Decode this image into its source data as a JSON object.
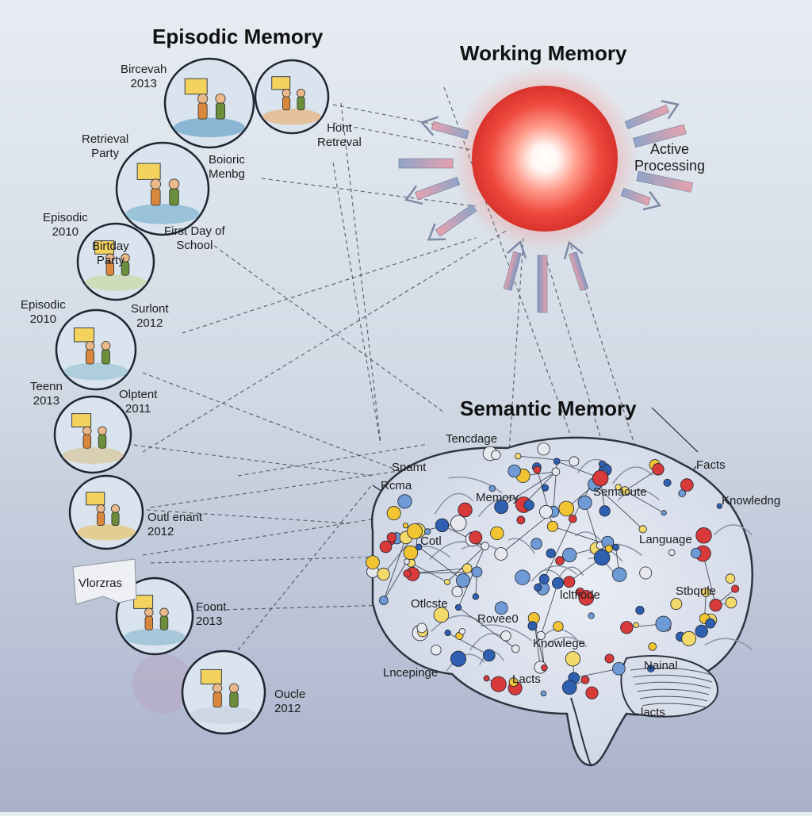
{
  "titles": {
    "episodic": "Episodic Memory",
    "working": "Working Memory",
    "semantic": "Semantic Memory",
    "active_processing": "Active\nProcessing"
  },
  "episodic_labels": [
    {
      "text": "Bircevah\n2013"
    },
    {
      "text": "Hont\nRetreval"
    },
    {
      "text": "Retrieval\nParty"
    },
    {
      "text": "Boioric\nMenbg"
    },
    {
      "text": "Episodic\n2010"
    },
    {
      "text": "First Day of\nSchool"
    },
    {
      "text": "Birtday\nParty"
    },
    {
      "text": "Episodic\n2010"
    },
    {
      "text": "Surlont\n2012"
    },
    {
      "text": "Teenn\n2013"
    },
    {
      "text": "Olptent\n2011"
    },
    {
      "text": "Outl enant\n2012"
    },
    {
      "text": "Vlorzras"
    },
    {
      "text": "Foont\n2013"
    },
    {
      "text": "Oucle\n2012"
    }
  ],
  "semantic_labels": [
    {
      "text": "Tencdage"
    },
    {
      "text": "Facts"
    },
    {
      "text": "Knowledng"
    },
    {
      "text": "Memory"
    },
    {
      "text": "Semacute"
    },
    {
      "text": "Language"
    },
    {
      "text": "Stbqule"
    },
    {
      "text": "Cotl"
    },
    {
      "text": "Otlcste"
    },
    {
      "text": "Rovee0"
    },
    {
      "text": "lcltfiode"
    },
    {
      "text": "Knowlege"
    },
    {
      "text": "Lacts"
    },
    {
      "text": "Nainal"
    },
    {
      "text": "lacts"
    },
    {
      "text": "Lncepinge"
    },
    {
      "text": "Rcma"
    },
    {
      "text": "Snamt"
    }
  ],
  "colors": {
    "working_core": "#ff3b30",
    "arrow_light": "#8fa4c8",
    "arrow_warm": "#e7a1ad",
    "node_palette": [
      "#d83a3a",
      "#2f5fb0",
      "#f0c531",
      "#f3d86a",
      "#6e9ad6",
      "#e6e8ee"
    ]
  }
}
